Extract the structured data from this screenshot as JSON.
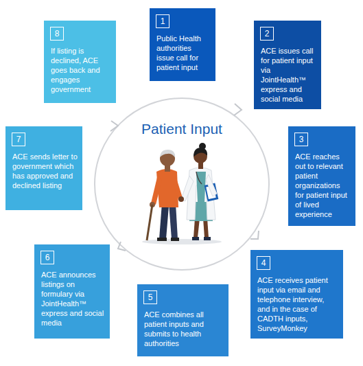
{
  "diagram": {
    "title": "Patient Input",
    "nodes": [
      {
        "text": [
          "1",
          "Public Health authorities issue call for patient input"
        ]
      },
      {
        "text": [
          "2",
          "ACE issues call for patient input via JointHealth™ express and social media"
        ]
      },
      {
        "text": [
          "3",
          "ACE reaches out to relevant patient organizations for patient input of lived experience"
        ]
      },
      {
        "text": [
          "4",
          "ACE receives patient input via email and telephone interview, and in the case of CADTH inputs, SurveyMonkey"
        ]
      },
      {
        "text": [
          "5",
          "ACE combines all patient inputs and submits to health authorities"
        ]
      },
      {
        "text": [
          "6",
          "ACE announces listings on formulary via JointHealth™ express and social media"
        ]
      },
      {
        "text": [
          "7",
          "ACE sends letter to government which has approved and declined listing"
        ]
      },
      {
        "text": [
          "8",
          "If listing is declined, ACE goes back and engages government"
        ]
      }
    ]
  }
}
